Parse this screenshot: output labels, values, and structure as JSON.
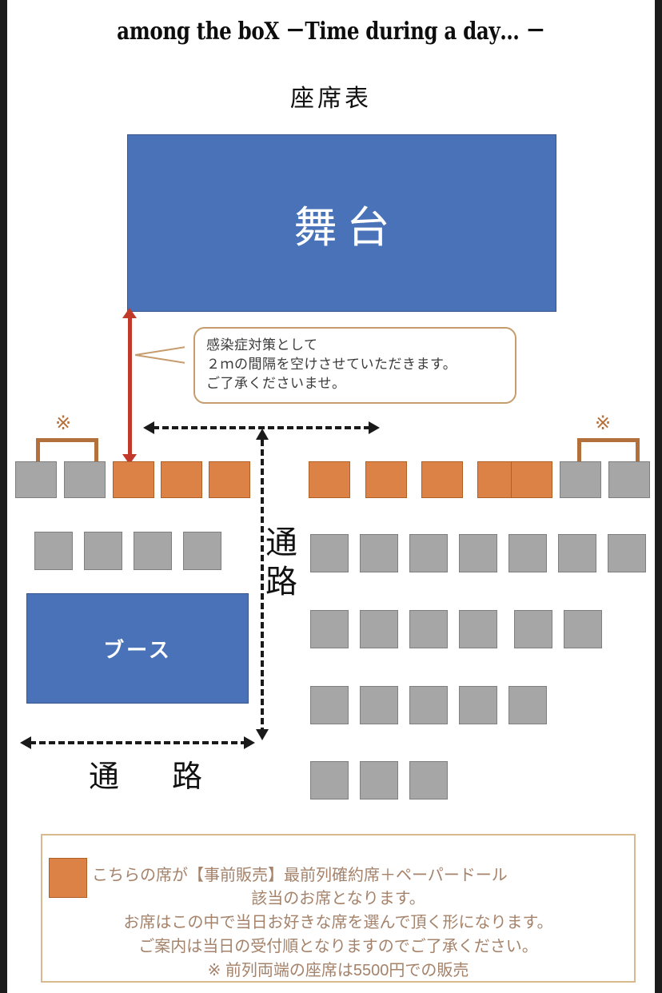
{
  "header": {
    "main_title": "among the boX －Time during a day… －",
    "sub_title": "座席表"
  },
  "stage": {
    "label": "舞台",
    "color": "#4a72b8"
  },
  "booth": {
    "label": "ブース",
    "color": "#4a72b8"
  },
  "callout": {
    "border_color": "#c69c6d",
    "lines": [
      "感染症対策として",
      "２ｍの間隔を空けさせていただきます。",
      "ご了承くださいませ。"
    ]
  },
  "distance_arrow": {
    "color": "#c0392b",
    "name": "stage-to-seat-distance"
  },
  "aisle": {
    "vertical_label": "通路",
    "vertical_chars": [
      "通",
      "路"
    ],
    "horizontal_label": "通　路"
  },
  "reference_marks": {
    "symbol": "※",
    "bracket_color": "#b4703a",
    "left_label": "※",
    "right_label": "※"
  },
  "seat_colors": {
    "reserved": "#dd8247",
    "reserved_border": "#b35f24",
    "general": "#a6a6a6",
    "general_border": "#7f7f7f"
  },
  "seat_map": {
    "rows": [
      {
        "row": 1,
        "left_block": [
          "general",
          "general",
          "reserved",
          "reserved",
          "reserved"
        ],
        "right_block": [
          "reserved",
          "reserved",
          "reserved",
          "reserved",
          "reserved",
          "general",
          "general"
        ]
      },
      {
        "row": 2,
        "left_block": [
          "general",
          "general",
          "general",
          "general"
        ],
        "right_block": [
          "general",
          "general",
          "general",
          "general",
          "general",
          "general",
          "general"
        ]
      },
      {
        "row": 3,
        "left_block": [],
        "right_block": [
          "general",
          "general",
          "general",
          "general",
          "general",
          "general"
        ]
      },
      {
        "row": 4,
        "left_block": [],
        "right_block": [
          "general",
          "general",
          "general",
          "general",
          "general"
        ]
      },
      {
        "row": 5,
        "left_block": [],
        "right_block": [
          "general",
          "general",
          "general"
        ]
      }
    ],
    "total_reserved": 8,
    "total_general": 29
  },
  "legend": {
    "border_color": "#d9b98f",
    "text_color": "#a5826a",
    "swatch_color": "#dd8247",
    "line1": "こちらの席が【事前販売】最前列確約席＋ペーパードール",
    "line2": "該当のお席となります。",
    "line3": "お席はこの中で当日お好きな席を選んで頂く形になります。",
    "line4": "ご案内は当日の受付順となりますのでご了承ください。",
    "line5": "※ 前列両端の座席は5500円での販売"
  }
}
